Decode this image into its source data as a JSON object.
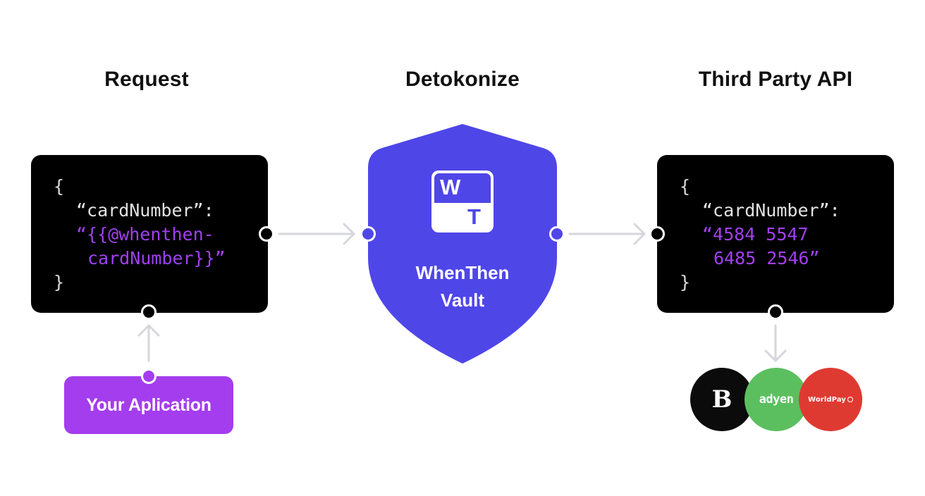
{
  "headings": {
    "request": "Request",
    "detokenize": "Detokonize",
    "third_party": "Third Party API"
  },
  "request_code": {
    "open_brace": "{",
    "key": "“cardNumber”:",
    "value_line1": "“{{@whenthen-",
    "value_line2": "cardNumber}}”",
    "close_brace": "}"
  },
  "third_party_code": {
    "open_brace": "{",
    "key": "“cardNumber”:",
    "value_line1": "“4584 5547",
    "value_line2": "6485 2546”",
    "close_brace": "}"
  },
  "vault": {
    "logo_top": "W",
    "logo_bottom": "T",
    "label_line1": "WhenThen",
    "label_line2": "Vault"
  },
  "application": {
    "label": "Your Aplication"
  },
  "providers": [
    {
      "name": "braintree",
      "text": "B",
      "color": "#0b0b0b"
    },
    {
      "name": "adyen",
      "text": "adyen",
      "color": "#5bbf5f"
    },
    {
      "name": "worldpay",
      "text": "WorldPay",
      "color": "#df3a32"
    }
  ],
  "colors": {
    "vault": "#4f46e8",
    "application": "#a43ded",
    "code_value": "#a040f0",
    "connector": "#d8d8e0"
  }
}
